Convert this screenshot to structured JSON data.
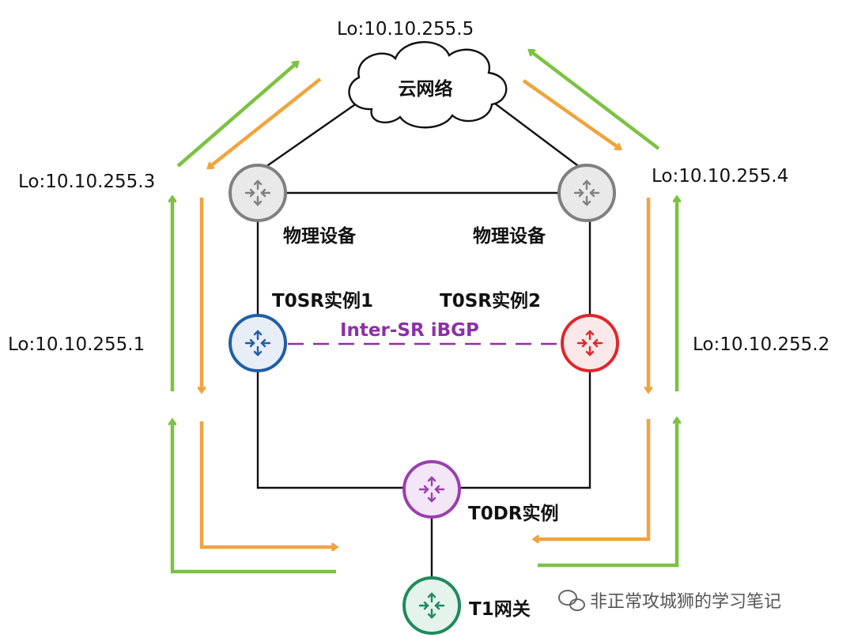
{
  "labels": {
    "lo5": "Lo:10.10.255.5",
    "lo3": "Lo:10.10.255.3",
    "lo4": "Lo:10.10.255.4",
    "lo1": "Lo:10.10.255.1",
    "lo2": "Lo:10.10.255.2"
  },
  "nodes": {
    "cloud": "云网络",
    "phys_left": "物理设备",
    "phys_right": "物理设备",
    "sr1": "T0SR实例1",
    "sr2": "T0SR实例2",
    "dr": "T0DR实例",
    "t1": "T1网关"
  },
  "links": {
    "ibgp": "Inter-SR iBGP"
  },
  "watermark": "非正常攻城狮的学习笔记",
  "colors": {
    "green_arrow": "#7cc242",
    "orange_arrow": "#f0a43c",
    "router_gray": "#808080",
    "router_blue": "#1f5fa6",
    "router_red": "#e0262b",
    "router_purple": "#9b3fb0",
    "router_green": "#1f8a5c",
    "ibgp_dash": "#8e2fa8"
  },
  "icons": [
    "router-icon",
    "cloud-icon",
    "wechat-icon"
  ]
}
